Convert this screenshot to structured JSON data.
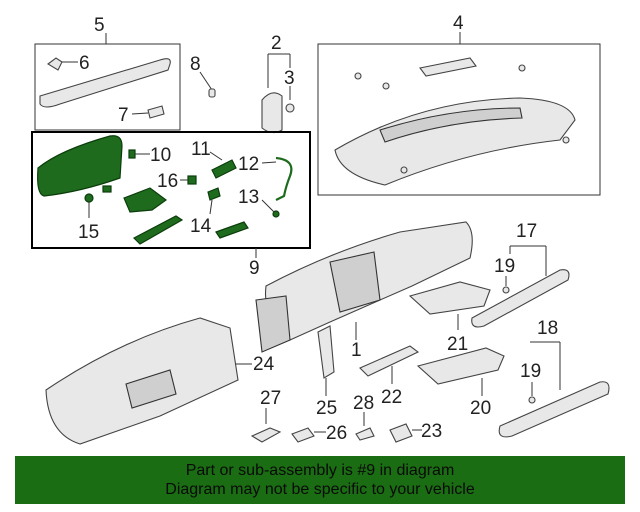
{
  "callouts": {
    "c1": "1",
    "c2": "2",
    "c3": "3",
    "c4": "4",
    "c5": "5",
    "c6": "6",
    "c7": "7",
    "c8": "8",
    "c9": "9",
    "c10": "10",
    "c11": "11",
    "c12": "12",
    "c13": "13",
    "c14": "14",
    "c15": "15",
    "c16": "16",
    "c17": "17",
    "c18": "18",
    "c19a": "19",
    "c19b": "19",
    "c20": "20",
    "c21": "21",
    "c22": "22",
    "c23": "23",
    "c24": "24",
    "c25": "25",
    "c26": "26",
    "c27": "27",
    "c28": "28"
  },
  "colors": {
    "highlight": "#1e6b1e",
    "footer_bg": "#1a6d12"
  },
  "footer": {
    "line1": "Part or sub-assembly is #9 in diagram",
    "line2": "Diagram may not be specific to your vehicle"
  }
}
